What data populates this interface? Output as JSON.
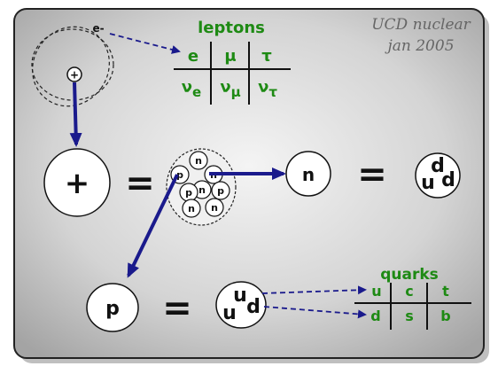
{
  "stamp": {
    "line1": "UCD nuclear",
    "line2": "jan 2005"
  },
  "atom": {
    "electron": "e-",
    "nucleus_sign": "+"
  },
  "leptons": {
    "title": "leptons",
    "row1": [
      "e",
      "μ",
      "τ"
    ],
    "row2": [
      {
        "base": "ν",
        "sub": "e"
      },
      {
        "base": "ν",
        "sub": "μ"
      },
      {
        "base": "ν",
        "sub": "τ"
      }
    ]
  },
  "nucleus": {
    "plus": "+",
    "equals": "=",
    "particles": [
      "n",
      "n",
      "p",
      "n",
      "p",
      "p",
      "n",
      "n"
    ]
  },
  "neutron": {
    "label": "n",
    "equals": "=",
    "quarks": [
      "d",
      "u",
      "d"
    ]
  },
  "proton": {
    "label": "p",
    "equals": "=",
    "quarks": [
      "u",
      "u",
      "d"
    ]
  },
  "quarks": {
    "title": "quarks",
    "row1": [
      "u",
      "c",
      "t"
    ],
    "row2": [
      "d",
      "s",
      "b"
    ]
  },
  "colors": {
    "label_green": "#1e8a14",
    "arrow_blue": "#1a1a8c",
    "panel_center": "#f2f2f2",
    "panel_edge": "#a8a8a8"
  }
}
